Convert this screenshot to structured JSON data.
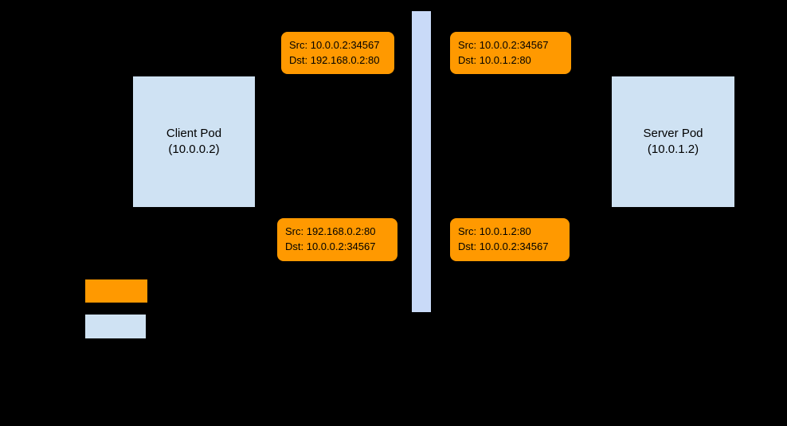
{
  "diagram": {
    "client_pod": {
      "line1": "Client Pod",
      "line2": "(10.0.0.2)"
    },
    "server_pod": {
      "line1": "Server Pod",
      "line2": "(10.0.1.2)"
    },
    "packets": {
      "top_left": {
        "src": "Src: 10.0.0.2:34567",
        "dst": "Dst: 192.168.0.2:80"
      },
      "top_right": {
        "src": "Src: 10.0.0.2:34567",
        "dst": "Dst: 10.0.1.2:80"
      },
      "bottom_left": {
        "src": "Src: 192.168.0.2:80",
        "dst": "Dst: 10.0.0.2:34567"
      },
      "bottom_right": {
        "src": "Src: 10.0.1.2:80",
        "dst": "Dst: 10.0.0.2:34567"
      }
    },
    "colors": {
      "packet_fill": "#ff9900",
      "pod_fill": "#cfe2f3",
      "bar_fill": "#c9daf8",
      "background": "#000000",
      "text": "#000000"
    }
  }
}
